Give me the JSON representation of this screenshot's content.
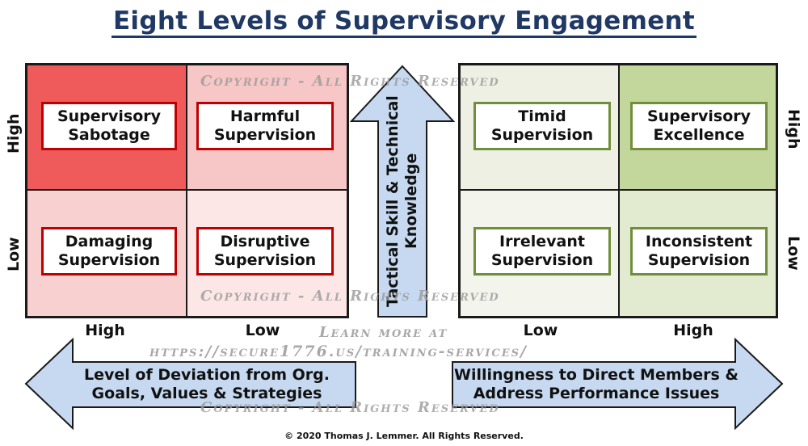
{
  "title": "Eight Levels of Supervisory Engagement",
  "left_quadrants": {
    "top_left": "Supervisory Sabotage",
    "top_right": "Harmful Supervision",
    "bottom_left": "Damaging Supervision",
    "bottom_right": "Disruptive Supervision"
  },
  "right_quadrants": {
    "top_left": "Timid Supervision",
    "top_right": "Supervisory Excellence",
    "bottom_left": "Irrelevant Supervision",
    "bottom_right": "Inconsistent Supervision"
  },
  "axes": {
    "left_x_high": "High",
    "left_x_low": "Low",
    "right_x_low": "Low",
    "right_x_high": "High",
    "left_y_high": "High",
    "left_y_low": "Low",
    "right_y_high": "High",
    "right_y_low": "Low"
  },
  "center_arrow_label": "Tactical Skill & Technical Knowledge",
  "left_arrow_label": "Level of Deviation from Org. Goals, Values & Strategies",
  "right_arrow_label": "Willingness to Direct Members & Address Performance Issues",
  "watermarks": {
    "copyright": "Copyright - All Rights Reserved",
    "learn_more": "Learn more at",
    "url": "https://secure1776.us/training-services/"
  },
  "footer": "© 2020 Thomas J. Lemmer. All Rights Reserved.",
  "colors": {
    "title": "#1f3864",
    "sabotage": "#ef5b5b",
    "harmful": "#f7c6c6",
    "damaging": "#f9d0d0",
    "disruptive": "#fde6e6",
    "timid": "#eef0e4",
    "excellence": "#c3d69b",
    "irrelevant": "#f3f4ec",
    "inconsistent": "#e2ebd0",
    "arrow_fill": "#c6d9f1",
    "red_border": "#c00000",
    "green_border": "#6f8f3a"
  }
}
